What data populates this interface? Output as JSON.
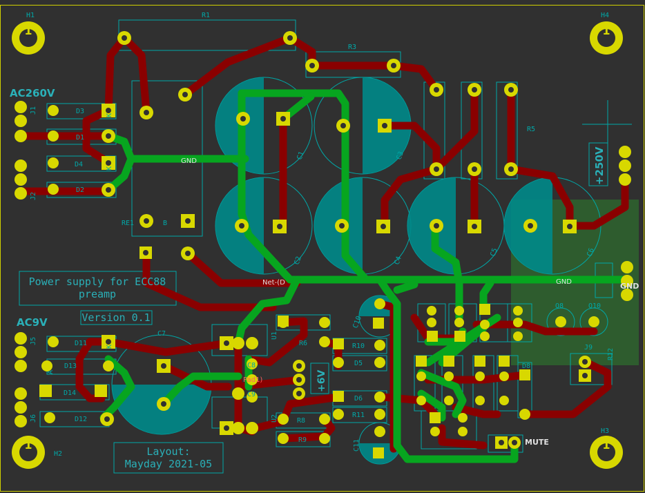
{
  "colors": {
    "background": "#303030",
    "edge": "#d0d000",
    "silk": "#00a8a8",
    "front_copper": "#8a0000",
    "back_copper": "#07a51f",
    "pad": "#d8d800",
    "hole": "#303030",
    "cap_fill": "#008a8a",
    "zone": "#2e6b2e",
    "title": "#2ab0b8",
    "net_text": "#ff6060"
  },
  "mounting_holes": {
    "h1": "H1",
    "h2": "H2",
    "h3": "H3",
    "h4": "H4",
    "pin": "1"
  },
  "connectors": {
    "ac260_title": "AC260V",
    "ac9_title": "AC9V",
    "j1": "J1",
    "j2": "J2",
    "j5": "J5",
    "j6": "J6",
    "hv_out": "+250V",
    "gnd": "GND",
    "lv_out": "+6V",
    "mute": "MUTE",
    "j9": "J9"
  },
  "refs": {
    "r1": "R1",
    "r3": "R3",
    "r5": "R5",
    "r6": "R6",
    "r8": "R8",
    "r9": "R9",
    "r10": "R10",
    "r11": "R11",
    "r12": "R12",
    "c1": "C1",
    "c2": "C2",
    "c3": "C3",
    "c4": "C4",
    "c5": "C5",
    "c6": "C6",
    "c7": "C7",
    "c8": "C8",
    "c9": "C9",
    "c10": "C10",
    "c11": "C11",
    "d1": "D1",
    "d2": "D2",
    "d3": "D3",
    "d4": "D4",
    "d5": "D5",
    "d6": "D6",
    "d8": "D8",
    "d11": "D11",
    "d12": "D12",
    "d13": "D13",
    "d14": "D14",
    "re1": "RE1",
    "u1": "U1",
    "u2": "U2",
    "q8": "Q8",
    "q10": "Q10",
    "pad_b": "B",
    "pad_a": "A",
    "pad_k": "K"
  },
  "nets": {
    "gnd_top": "GND",
    "gnd_right": "GND",
    "net_d": "Net-(D",
    "pad1": "Pad1)"
  },
  "text_blocks": {
    "title_line1": "Power supply for ECC88",
    "title_line2": "preamp",
    "version": "Version 0.1",
    "layout_line1": "Layout:",
    "layout_line2": "Mayday 2021-05"
  }
}
